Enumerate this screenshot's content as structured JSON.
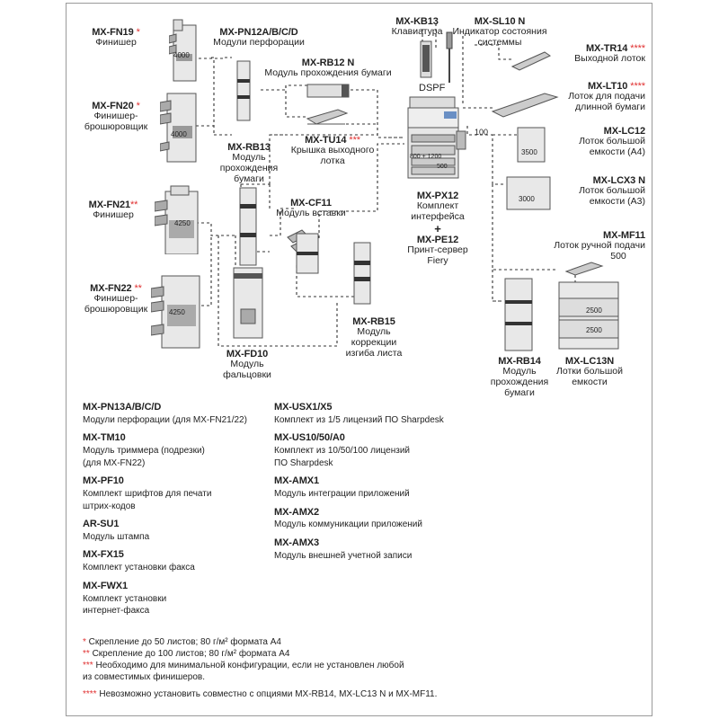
{
  "devices": {
    "fn19": {
      "code": "MX-FN19",
      "star": " *",
      "desc": "Финишер",
      "tray": "4000"
    },
    "fn20": {
      "code": "MX-FN20",
      "star": " *",
      "desc": "Финишер-\nброшюровщик",
      "tray": "4000"
    },
    "fn21": {
      "code": "MX-FN21",
      "star": "**",
      "desc": "Финишер",
      "tray": "4250"
    },
    "fn22": {
      "code": "MX-FN22",
      "star": " **",
      "desc": "Финишер-\nброшюровщик",
      "tray": "4250"
    },
    "pn12": {
      "code": "MX-PN12A/B/C/D",
      "desc": "Модули перфорации"
    },
    "rb12": {
      "code": "MX-RB12 N",
      "desc": "Модуль прохождения бумаги"
    },
    "rb13": {
      "code": "MX-RB13",
      "desc": "Модуль\nпрохождения\nбумаги"
    },
    "tu14": {
      "code": "MX-TU14",
      "star": " ***",
      "desc": "Крышка выходного\nлотка"
    },
    "kb13": {
      "code": "MX-KB13",
      "desc": "Клавиатура"
    },
    "sl10": {
      "code": "MX-SL10 N",
      "desc": "Индикатор состояния\nсистеммы"
    },
    "tr14": {
      "code": "MX-TR14",
      "star": " ****",
      "desc": "Выходной лоток"
    },
    "lt10": {
      "code": "MX-LT10",
      "star": " ****",
      "desc": "Лоток для подачи\nдлинной бумаги"
    },
    "lc12": {
      "code": "MX-LC12",
      "desc": "Лоток большой\nемкости (А4)",
      "tray": "3500"
    },
    "lcx3": {
      "code": "MX-LCX3 N",
      "desc": "Лоток большой\nемкости (А3)",
      "tray": "3000"
    },
    "mf11": {
      "code": "MX-MF11",
      "desc": "Лоток ручной подачи",
      "tray": "500"
    },
    "lc13": {
      "code": "MX-LC13N",
      "desc": "Лотки большой\nемкости",
      "tray_top": "2500",
      "tray_bottom": "2500"
    },
    "rb14": {
      "code": "MX-RB14",
      "desc": "Модуль\nпрохождения\nбумаги"
    },
    "cf11": {
      "code": "MX-CF11",
      "desc": "Модуль вставки"
    },
    "rb15": {
      "code": "MX-RB15",
      "desc": "Модуль\nкоррекции\nизгиба листа"
    },
    "fd10": {
      "code": "MX-FD10",
      "desc": "Модуль\nфальцовки"
    },
    "main": {
      "dspf": "DSPF",
      "bypass": "100",
      "trays": "800 + 1200",
      "tray_small": "500"
    },
    "px12": {
      "code": "MX-PX12",
      "desc": "Комплект\nинтерфейса",
      "plus": "+",
      "code2": "MX-PE12",
      "desc2": "Принт-сервер\nFiery"
    }
  },
  "legend_left": [
    {
      "code": "MX-PN13A/B/C/D",
      "desc": "Модули перфорации (для MX-FN21/22)"
    },
    {
      "code": "MX-TM10",
      "desc": "Модуль триммера (подрезки)\n(для MX-FN22)"
    },
    {
      "code": "MX-PF10",
      "desc": "Комплект шрифтов для печати\nштрих-кодов"
    },
    {
      "code": "AR-SU1",
      "desc": "Модуль штампа"
    },
    {
      "code": "MX-FX15",
      "desc": "Комплект установки факса"
    },
    {
      "code": "MX-FWX1",
      "desc": "Комплект установки\nинтернет-факса"
    }
  ],
  "legend_right": [
    {
      "code": "MX-USX1/X5",
      "desc": "Комплект из 1/5 лицензий ПО Sharpdesk"
    },
    {
      "code": "MX-US10/50/A0",
      "desc": "Комплект из 10/50/100 лицензий\nПО Sharpdesk"
    },
    {
      "code": "MX-AMX1",
      "desc": "Модуль интеграции приложений"
    },
    {
      "code": "MX-AMX2",
      "desc": "Модуль коммуникации приложений"
    },
    {
      "code": "MX-AMX3",
      "desc": "Модуль внешней учетной записи"
    }
  ],
  "notes": [
    {
      "mark": "*",
      "text": " Скрепление до 50 листов; 80 г/м² формата А4"
    },
    {
      "mark": "**",
      "text": " Скрепление до 100 листов; 80 г/м² формата А4"
    },
    {
      "mark": "***",
      "text": " Необходимо для минимальной конфигурации, если не установлен любой\nиз совместимых финишеров."
    },
    {
      "mark": "****",
      "text": " Невозможно установить совместно с опциями MX-RB14,  MX-LC13 N и MX-MF11."
    }
  ],
  "colors": {
    "star": "#e03030",
    "frame": "#9a9a9a",
    "device_fill": "#e6e6e6",
    "device_dark": "#3a3a3a",
    "line": "#333333"
  }
}
